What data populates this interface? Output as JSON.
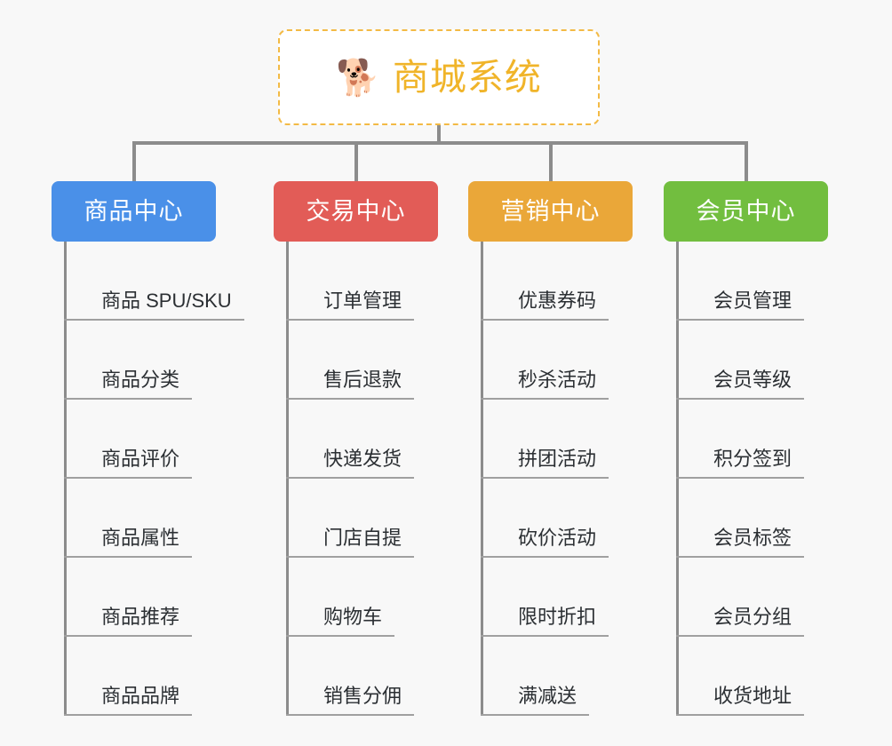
{
  "page": {
    "background_color": "#f8f8f8",
    "connector_color": "#8c8c8c",
    "leaf_text_color": "#2b2f33",
    "leaf_underline_color": "#a0a0a0"
  },
  "root": {
    "title": "商城系统",
    "icon": "shiba-dog-face-emoji",
    "icon_glyph": "🐕",
    "border_color": "#f3ba45",
    "title_color": "#f0b429",
    "background_color": "#ffffff"
  },
  "categories": [
    {
      "id": "product-center",
      "label": "商品中心",
      "color": "#4a90e8",
      "items": [
        "商品 SPU/SKU",
        "商品分类",
        "商品评价",
        "商品属性",
        "商品推荐",
        "商品品牌"
      ]
    },
    {
      "id": "trade-center",
      "label": "交易中心",
      "color": "#e25c57",
      "items": [
        "订单管理",
        "售后退款",
        "快递发货",
        "门店自提",
        "购物车",
        "销售分佣"
      ]
    },
    {
      "id": "marketing-center",
      "label": "营销中心",
      "color": "#eaa739",
      "items": [
        "优惠券码",
        "秒杀活动",
        "拼团活动",
        "砍价活动",
        "限时折扣",
        "满减送"
      ]
    },
    {
      "id": "member-center",
      "label": "会员中心",
      "color": "#72be3f",
      "items": [
        "会员管理",
        "会员等级",
        "积分签到",
        "会员标签",
        "会员分组",
        "收货地址"
      ]
    }
  ]
}
